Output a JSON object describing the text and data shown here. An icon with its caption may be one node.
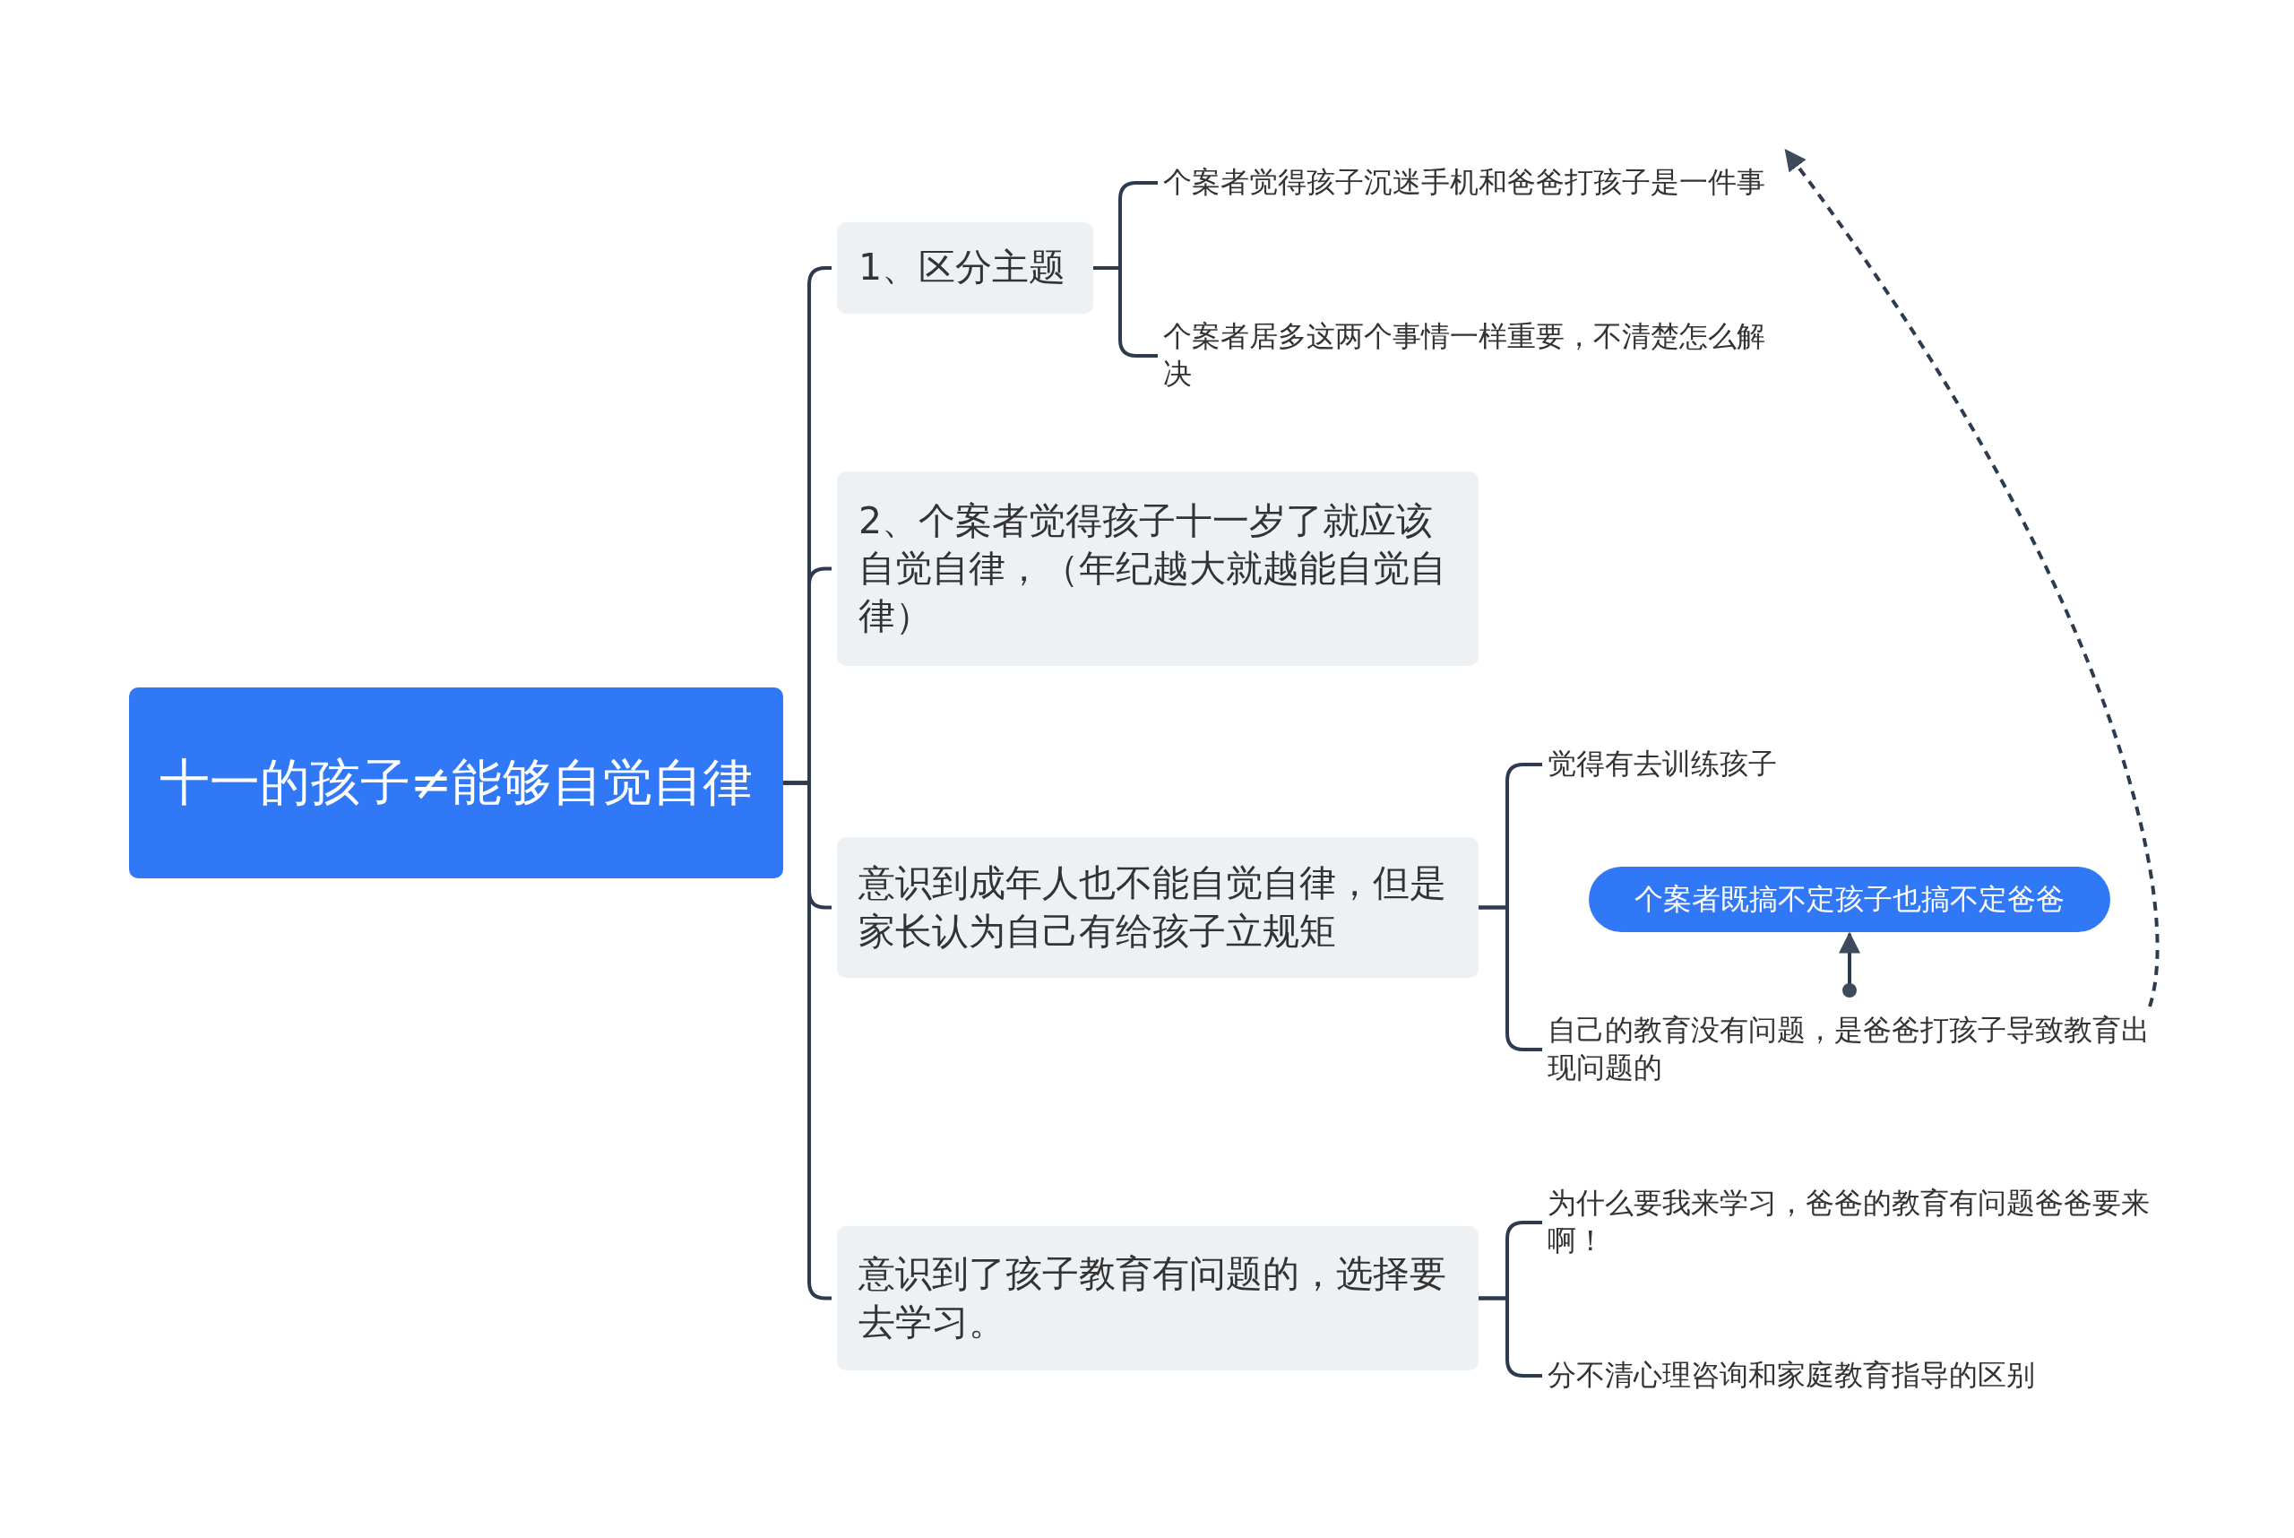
{
  "diagram": {
    "nodes": [
      {
        "text": [
          "十一的孩子≠能够自觉自律"
        ]
      },
      {
        "text": [
          "1、区分主题"
        ]
      },
      {
        "text": [
          "2、个案者觉得孩子十一岁了就应该自觉自律，（年纪越大就越能自觉自律）"
        ]
      },
      {
        "text": [
          "意识到成年人也不能自觉自律，但是家长认为自己有给孩子立规矩"
        ]
      },
      {
        "text": [
          "意识到了孩子教育有问题的，选择要去学习。"
        ]
      },
      {
        "text": [
          "个案者觉得孩子沉迷手机和爸爸打孩子是一件事"
        ]
      },
      {
        "text": [
          "个案者居多这两个事情一样重要，不清楚怎么解决"
        ]
      },
      {
        "text": [
          "觉得有去训练孩子"
        ]
      },
      {
        "text": [
          "个案者既搞不定孩子也搞不定爸爸"
        ]
      },
      {
        "text": [
          "自己的教育没有问题，是爸爸打孩子导致教育出现问题的"
        ]
      },
      {
        "text": [
          "为什么要我来学习，爸爸的教育有问题爸爸要来啊！"
        ]
      },
      {
        "text": [
          "分不清心理咨询和家庭教育指导的区别"
        ]
      }
    ],
    "edges": [
      {
        "from": 0,
        "to": 1,
        "arrow": "none"
      },
      {
        "from": 0,
        "to": 2,
        "arrow": "none"
      },
      {
        "from": 0,
        "to": 3,
        "arrow": "none"
      },
      {
        "from": 0,
        "to": 4,
        "arrow": "none"
      },
      {
        "from": 1,
        "to": 5,
        "arrow": "none"
      },
      {
        "from": 1,
        "to": 6,
        "arrow": "none"
      },
      {
        "from": 3,
        "to": 7,
        "arrow": "none"
      },
      {
        "from": 3,
        "to": 9,
        "arrow": "none"
      },
      {
        "from": 4,
        "to": 10,
        "arrow": "none"
      },
      {
        "from": 4,
        "to": 11,
        "arrow": "none"
      },
      {
        "from": 9,
        "to": 5,
        "arrow": "to",
        "style": "dashed"
      },
      {
        "from": 9,
        "to": 8,
        "arrow": "to"
      }
    ]
  }
}
